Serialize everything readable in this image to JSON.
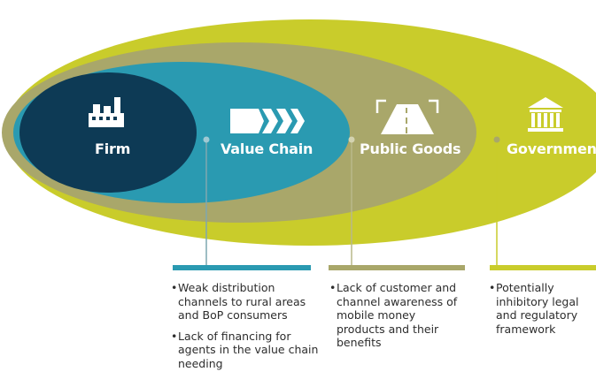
{
  "colors": {
    "government": "#c9cc2b",
    "public_goods": "#a9a76a",
    "value_chain": "#2a9ab1",
    "firm": "#0d3a55",
    "bar_value_chain": "#2a9ab1",
    "bar_public_goods": "#a9a76a",
    "bar_government": "#c9cc2b"
  },
  "rings": {
    "firm": {
      "label": "Firm",
      "icon": "factory-icon"
    },
    "value_chain": {
      "label": "Value Chain",
      "icon": "chevrons-icon"
    },
    "public_goods": {
      "label": "Public Goods",
      "icon": "road-icon"
    },
    "government": {
      "label": "Government",
      "icon": "government-building-icon"
    }
  },
  "columns": {
    "value_chain": {
      "bullets": [
        "Weak distribution channels to rural areas and BoP consumers",
        "Lack of financing for agents in the value chain needing"
      ]
    },
    "public_goods": {
      "bullets": [
        "Lack of customer and channel awareness of mobile money products and their benefits"
      ]
    },
    "government": {
      "bullets": [
        "Potentially inhibitory legal and regulatory framework"
      ]
    }
  },
  "bullet_glyph": "•"
}
